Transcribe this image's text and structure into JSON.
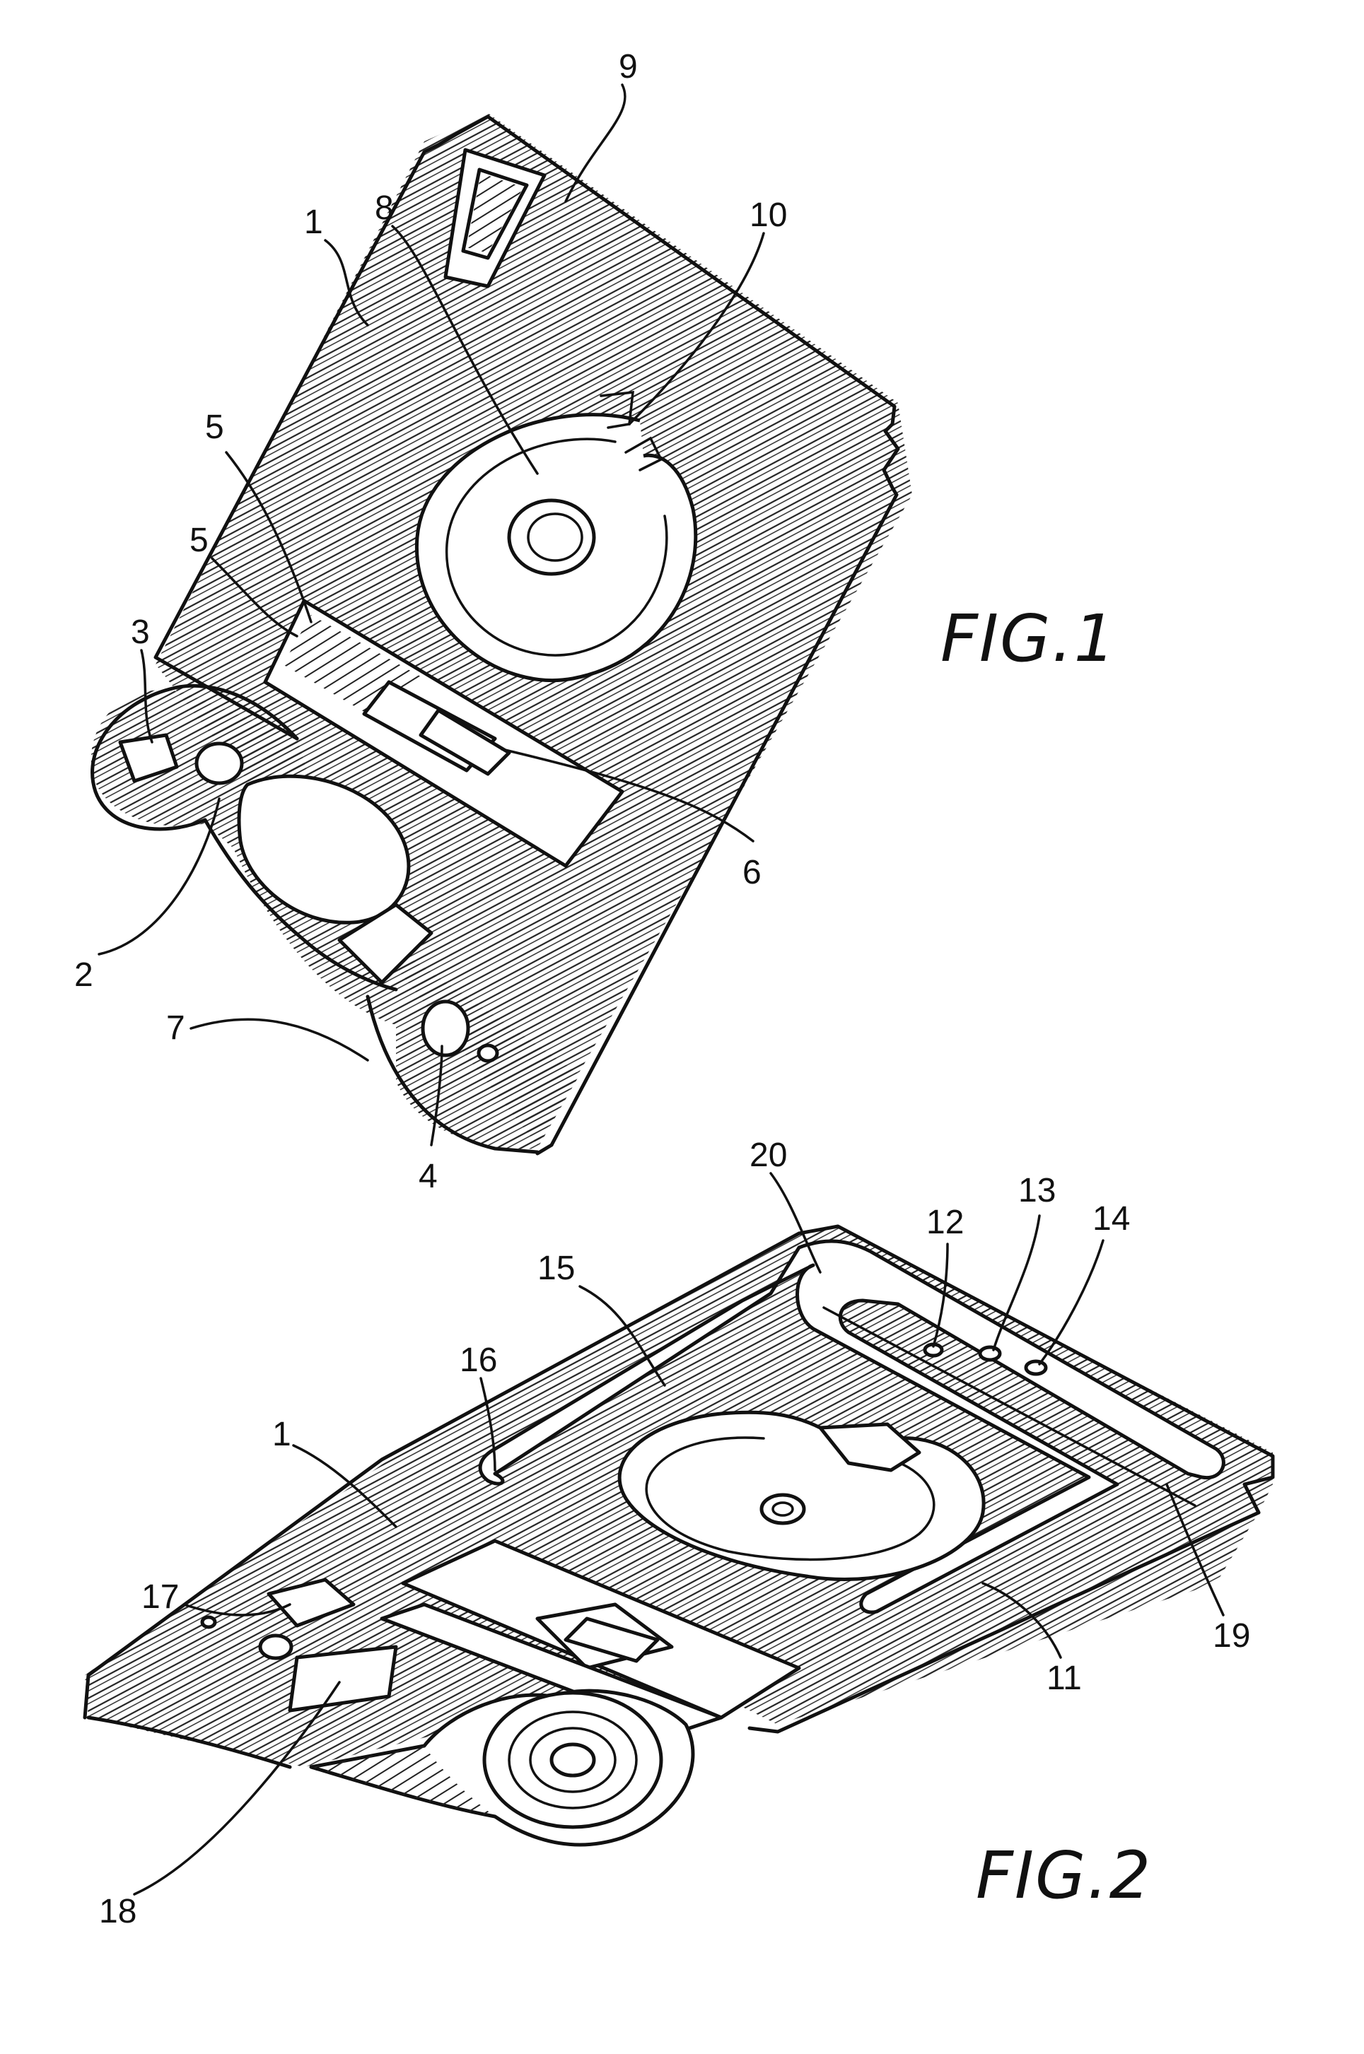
{
  "figures": [
    {
      "caption": "FIG.1",
      "references": [
        "1",
        "2",
        "3",
        "4",
        "5",
        "5",
        "6",
        "7",
        "8",
        "9",
        "10"
      ]
    },
    {
      "caption": "FIG.2",
      "references": [
        "1",
        "11",
        "12",
        "13",
        "14",
        "15",
        "16",
        "17",
        "18",
        "19",
        "20"
      ]
    }
  ]
}
